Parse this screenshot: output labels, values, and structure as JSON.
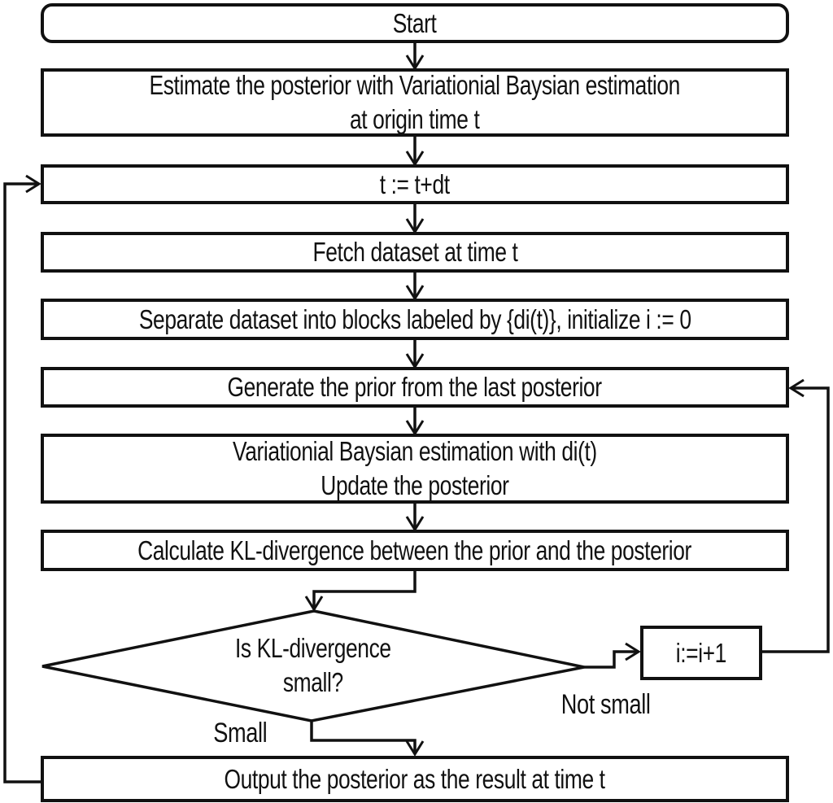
{
  "flowchart": {
    "title": "Variational Bayesian estimation flowchart",
    "colors": {
      "line": "#111111",
      "background": "#ffffff",
      "text": "#111111"
    },
    "nodes": {
      "start": {
        "label": "Start",
        "shape": "rounded-rectangle"
      },
      "estimate_posterior": {
        "label": "Estimate the posterior with Variationial Baysian estimation\nat origin time t",
        "shape": "rectangle"
      },
      "increment_time": {
        "label": "t := t+dt",
        "shape": "rectangle"
      },
      "fetch_dataset": {
        "label": "Fetch dataset at time t",
        "shape": "rectangle"
      },
      "separate_dataset": {
        "label": "Separate dataset into blocks labeled by {di(t)}, initialize i := 0",
        "shape": "rectangle"
      },
      "generate_prior": {
        "label": "Generate the prior from the last posterior",
        "shape": "rectangle"
      },
      "vb_estimation": {
        "label": "Variationial Baysian estimation with di(t)\nUpdate the posterior",
        "shape": "rectangle"
      },
      "calculate_kl": {
        "label": "Calculate KL-divergence between the prior and the posterior",
        "shape": "rectangle"
      },
      "decision_kl_small": {
        "label": "Is KL-divergence\nsmall?",
        "shape": "diamond"
      },
      "increment_i": {
        "label": "i:=i+1",
        "shape": "rectangle"
      },
      "output_posterior": {
        "label": "Output the posterior as the result at time t",
        "shape": "rectangle"
      }
    },
    "edge_labels": {
      "small": "Small",
      "not_small": "Not small"
    }
  }
}
